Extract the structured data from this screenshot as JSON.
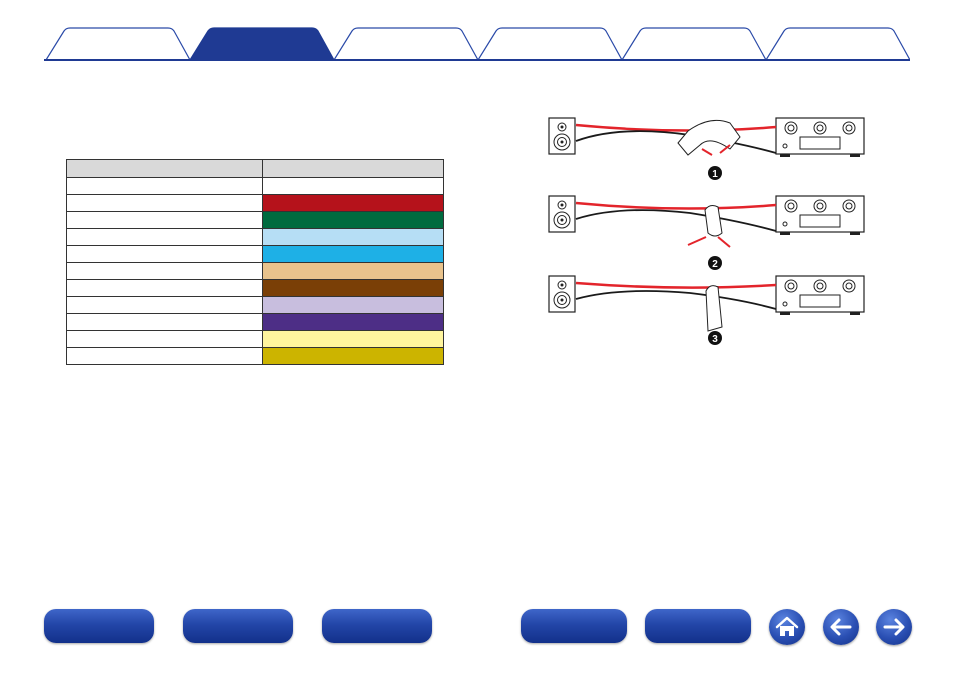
{
  "tabs": [
    {
      "label": "",
      "active": false
    },
    {
      "label": "",
      "active": true
    },
    {
      "label": "",
      "active": false
    },
    {
      "label": "",
      "active": false
    },
    {
      "label": "",
      "active": false
    },
    {
      "label": "",
      "active": false
    }
  ],
  "table": {
    "headers": [
      "",
      ""
    ],
    "rows": [
      {
        "label": "",
        "color": "#ffffff"
      },
      {
        "label": "",
        "color": "#b5121b"
      },
      {
        "label": "",
        "color": "#006b3f"
      },
      {
        "label": "",
        "color": "#b6def5"
      },
      {
        "label": "",
        "color": "#1eb0e6"
      },
      {
        "label": "",
        "color": "#e9c38c"
      },
      {
        "label": "",
        "color": "#7a3f06"
      },
      {
        "label": "",
        "color": "#c8bede"
      },
      {
        "label": "",
        "color": "#4d2e86"
      },
      {
        "label": "",
        "color": "#fff59e"
      },
      {
        "label": "",
        "color": "#ccb400"
      }
    ]
  },
  "diagram": {
    "steps": [
      "1",
      "2",
      "3"
    ]
  },
  "bottom_nav": {
    "pills": [
      "",
      "",
      "",
      "",
      ""
    ],
    "icons": [
      "home-icon",
      "back-arrow-icon",
      "forward-arrow-icon"
    ]
  },
  "colors": {
    "brand_blue": "#1f3a93",
    "cable_red": "#e3242b",
    "cable_black": "#1a1a1a"
  }
}
